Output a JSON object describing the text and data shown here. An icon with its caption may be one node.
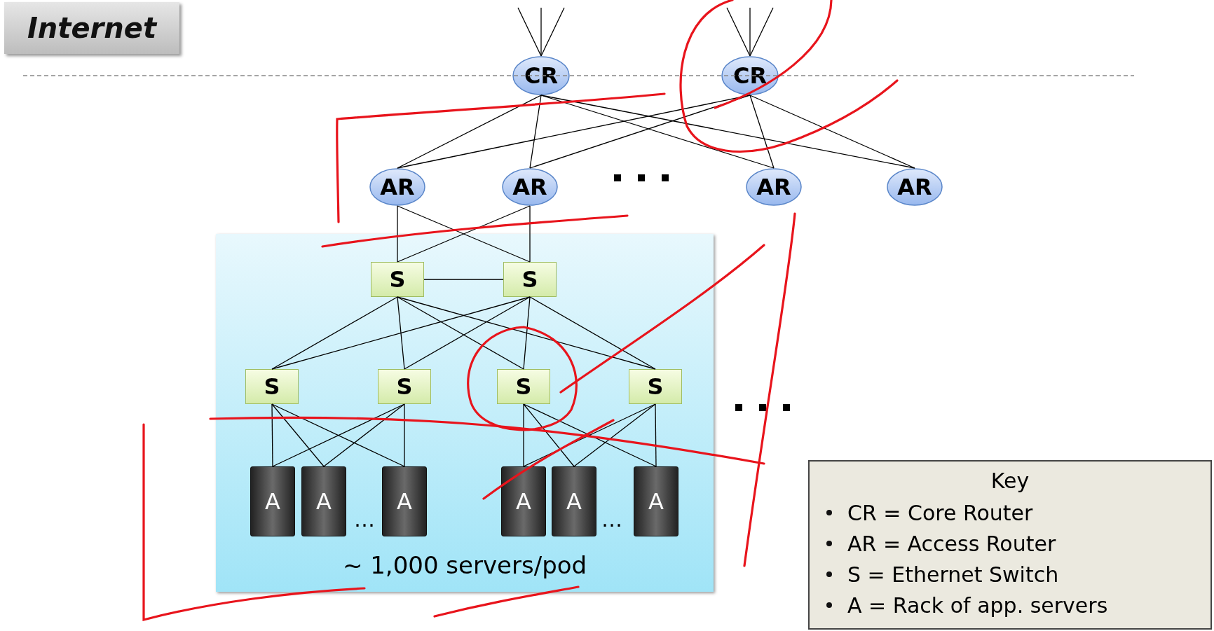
{
  "diagram": {
    "nodes": [
      {
        "text": [
          "Internet"
        ]
      },
      {
        "text": [
          "CR"
        ]
      },
      {
        "text": [
          "CR"
        ]
      },
      {
        "text": [
          "AR"
        ]
      },
      {
        "text": [
          "AR"
        ]
      },
      {
        "text": [
          "AR"
        ]
      },
      {
        "text": [
          "AR"
        ]
      },
      {
        "text": [
          "~ 1,000 servers/pod"
        ]
      },
      {
        "text": [
          "S"
        ],
        "in": 7
      },
      {
        "text": [
          "S"
        ],
        "in": 7
      },
      {
        "text": [
          "S"
        ],
        "in": 7
      },
      {
        "text": [
          "S"
        ],
        "in": 7
      },
      {
        "text": [
          "S"
        ],
        "in": 7
      },
      {
        "text": [
          "S"
        ],
        "in": 7
      },
      {
        "text": [
          "A"
        ],
        "in": 7
      },
      {
        "text": [
          "A"
        ],
        "in": 7
      },
      {
        "text": [
          "A"
        ],
        "in": 7
      },
      {
        "text": [
          "A"
        ],
        "in": 7
      },
      {
        "text": [
          "A"
        ],
        "in": 7
      },
      {
        "text": [
          "A"
        ],
        "in": 7
      },
      {
        "text": [
          "Key",
          "CR = Core Router",
          "AR = Access Router",
          "S = Ethernet Switch",
          "A = Rack of app. servers"
        ]
      }
    ],
    "edges": [
      {
        "from": null,
        "to": 1,
        "arrow": "none"
      },
      {
        "from": null,
        "to": 1,
        "arrow": "none"
      },
      {
        "from": null,
        "to": 1,
        "arrow": "none"
      },
      {
        "from": null,
        "to": 2,
        "arrow": "none"
      },
      {
        "from": null,
        "to": 2,
        "arrow": "none"
      },
      {
        "from": null,
        "to": 2,
        "arrow": "none"
      },
      {
        "from": 1,
        "to": 3,
        "arrow": "none"
      },
      {
        "from": 1,
        "to": 4,
        "arrow": "none"
      },
      {
        "from": 1,
        "to": 5,
        "arrow": "none"
      },
      {
        "from": 1,
        "to": 6,
        "arrow": "none"
      },
      {
        "from": 2,
        "to": 3,
        "arrow": "none"
      },
      {
        "from": 2,
        "to": 4,
        "arrow": "none"
      },
      {
        "from": 2,
        "to": 5,
        "arrow": "none"
      },
      {
        "from": 2,
        "to": 6,
        "arrow": "none"
      },
      {
        "from": 3,
        "to": 8,
        "arrow": "none"
      },
      {
        "from": 3,
        "to": 9,
        "arrow": "none"
      },
      {
        "from": 4,
        "to": 8,
        "arrow": "none"
      },
      {
        "from": 4,
        "to": 9,
        "arrow": "none"
      },
      {
        "from": 8,
        "to": 9,
        "arrow": "none"
      },
      {
        "from": 8,
        "to": 10,
        "arrow": "none"
      },
      {
        "from": 8,
        "to": 11,
        "arrow": "none"
      },
      {
        "from": 8,
        "to": 12,
        "arrow": "none"
      },
      {
        "from": 8,
        "to": 13,
        "arrow": "none"
      },
      {
        "from": 9,
        "to": 10,
        "arrow": "none"
      },
      {
        "from": 9,
        "to": 11,
        "arrow": "none"
      },
      {
        "from": 9,
        "to": 12,
        "arrow": "none"
      },
      {
        "from": 9,
        "to": 13,
        "arrow": "none"
      },
      {
        "from": 10,
        "to": 14,
        "arrow": "none"
      },
      {
        "from": 10,
        "to": 15,
        "arrow": "none"
      },
      {
        "from": 10,
        "to": 16,
        "arrow": "none"
      },
      {
        "from": 11,
        "to": 14,
        "arrow": "none"
      },
      {
        "from": 11,
        "to": 15,
        "arrow": "none"
      },
      {
        "from": 11,
        "to": 16,
        "arrow": "none"
      },
      {
        "from": 12,
        "to": 17,
        "arrow": "none"
      },
      {
        "from": 12,
        "to": 18,
        "arrow": "none"
      },
      {
        "from": 12,
        "to": 19,
        "arrow": "none"
      },
      {
        "from": 13,
        "to": 17,
        "arrow": "none"
      },
      {
        "from": 13,
        "to": 18,
        "arrow": "none"
      },
      {
        "from": 13,
        "to": 19,
        "arrow": "none"
      }
    ],
    "labels": [
      "…",
      "…"
    ]
  }
}
